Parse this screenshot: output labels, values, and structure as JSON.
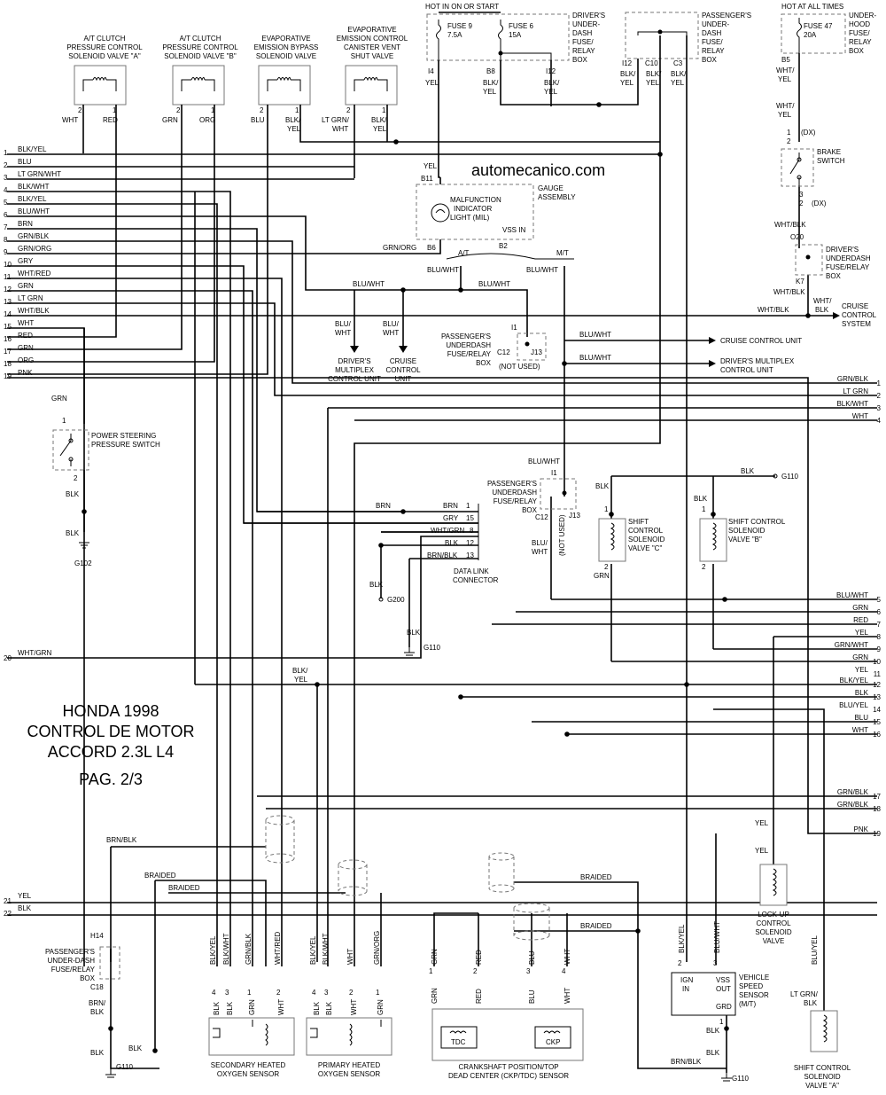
{
  "watermark": "automecanico.com",
  "title": {
    "line1": "HONDA 1998",
    "line2": "CONTROL DE MOTOR",
    "line3": "ACCORD 2.3L L4",
    "page": "PAG. 2/3"
  },
  "power_labels": {
    "hot_run_start": "HOT IN ON OR START",
    "hot_all_times": "HOT AT ALL TIMES",
    "fuse9": "FUSE 9",
    "fuse9_amp": "7.5A",
    "fuse6": "FUSE 6",
    "fuse6_amp": "15A",
    "fuse47": "FUSE 47",
    "fuse47_amp": "20A"
  },
  "top_components": {
    "ac_valve_a": [
      "A/T CLUTCH",
      "PRESSURE CONTROL",
      "SOLENOID VALVE \"A\""
    ],
    "ac_valve_b": [
      "A/T CLUTCH",
      "PRESSURE CONTROL",
      "SOLENOID VALVE \"B\""
    ],
    "evap_bypass": [
      "EVAPORATIVE",
      "EMISSION BYPASS",
      "SOLENOID VALVE"
    ],
    "evap_vent": [
      "EVAPORATIVE",
      "EMISSION CONTROL",
      "CANISTER VENT",
      "SHUT VALVE"
    ],
    "driver_box": [
      "DRIVER'S",
      "UNDER-",
      "DASH",
      "FUSE/",
      "RELAY",
      "BOX"
    ],
    "pass_box": [
      "PASSENGER'S",
      "UNDER-",
      "DASH",
      "FUSE/",
      "RELAY",
      "BOX"
    ],
    "hood_box": [
      "UNDER-",
      "HOOD",
      "FUSE/",
      "RELAY",
      "BOX"
    ]
  },
  "top_wire_labels": {
    "a_pins": [
      "2",
      "1"
    ],
    "a_colors": [
      "WHT",
      "RED"
    ],
    "b_pins": [
      "2",
      "1"
    ],
    "b_colors": [
      "GRN",
      "ORG"
    ],
    "c_pins": [
      "2",
      "1"
    ],
    "c_colors": [
      "BLU",
      "BLK/",
      "YEL"
    ],
    "d_pins": [
      "2",
      "1"
    ],
    "d_colors": [
      "LT GRN/",
      "WHT",
      "BLK/",
      "YEL"
    ],
    "i4": "I4",
    "i4c": "YEL",
    "b8": "B8",
    "b8c": [
      "BLK/",
      "YEL"
    ],
    "i12": "I12",
    "i12c": [
      "BLK/",
      "YEL"
    ],
    "i12b": "I12",
    "c10": "C10",
    "c3": "C3",
    "i12bc": [
      "BLK/",
      "YEL"
    ],
    "c10c": [
      "BLK/",
      "YEL"
    ],
    "c3c": [
      "BLK/",
      "YEL"
    ],
    "b5": "B5",
    "b5c": [
      "WHT/",
      "YEL"
    ],
    "wy2": [
      "WHT/",
      "YEL"
    ]
  },
  "left_wires": [
    {
      "n": "1",
      "c": "BLK/YEL"
    },
    {
      "n": "2",
      "c": "BLU"
    },
    {
      "n": "3",
      "c": "LT GRN/WHT"
    },
    {
      "n": "4",
      "c": "BLK/WHT"
    },
    {
      "n": "5",
      "c": "BLK/YEL"
    },
    {
      "n": "6",
      "c": "BLU/WHT"
    },
    {
      "n": "7",
      "c": "BRN"
    },
    {
      "n": "8",
      "c": "GRN/BLK"
    },
    {
      "n": "9",
      "c": "GRN/ORG"
    },
    {
      "n": "10",
      "c": "GRY"
    },
    {
      "n": "11",
      "c": "WHT/RED"
    },
    {
      "n": "12",
      "c": "GRN"
    },
    {
      "n": "13",
      "c": "LT GRN"
    },
    {
      "n": "14",
      "c": "WHT/BLK"
    },
    {
      "n": "15",
      "c": "WHT"
    },
    {
      "n": "16",
      "c": "RED"
    },
    {
      "n": "17",
      "c": "GRN"
    },
    {
      "n": "18",
      "c": "ORG"
    },
    {
      "n": "19",
      "c": "PNK"
    },
    {
      "n": "20",
      "c": "WHT/GRN"
    },
    {
      "n": "21",
      "c": "YEL"
    },
    {
      "n": "22",
      "c": "BLK"
    }
  ],
  "right_wires_top": [
    {
      "n": "1",
      "c": "GRN/BLK"
    },
    {
      "n": "2",
      "c": "LT GRN"
    },
    {
      "n": "3",
      "c": "BLK/WHT"
    },
    {
      "n": "4",
      "c": "WHT"
    }
  ],
  "right_wires_mid": [
    {
      "n": "5",
      "c": "BLU/WHT"
    },
    {
      "n": "6",
      "c": "GRN"
    },
    {
      "n": "7",
      "c": "RED"
    },
    {
      "n": "8",
      "c": "YEL"
    },
    {
      "n": "9",
      "c": "GRN/WHT"
    },
    {
      "n": "10",
      "c": "GRN"
    },
    {
      "n": "11",
      "c": "YEL"
    },
    {
      "n": "12",
      "c": "BLK/YEL"
    },
    {
      "n": "13",
      "c": "BLK"
    },
    {
      "n": "14",
      "c": "BLU/YEL"
    },
    {
      "n": "15",
      "c": "BLU"
    },
    {
      "n": "16",
      "c": "WHT"
    }
  ],
  "right_wires_low": [
    {
      "n": "17",
      "c": "GRN/BLK"
    },
    {
      "n": "18",
      "c": "GRN/BLK"
    },
    {
      "n": "19",
      "c": "PNK"
    }
  ],
  "gauge": {
    "b11": "B11",
    "b11c": "YEL",
    "b6": "B6",
    "b6c": "GRN/ORG",
    "mil": [
      "MALFUNCTION",
      "INDICATOR",
      "LIGHT (MIL)"
    ],
    "assembly": [
      "GAUGE",
      "ASSEMBLY"
    ],
    "vss_in": "VSS IN",
    "b2": "B2",
    "at": "A/T",
    "mt": "M/T",
    "bluwht_1": "BLU/WHT",
    "bluwht_2": "BLU/WHT",
    "bluwht_3": "BLU/WHT",
    "bluwht_4": "BLU/WHT"
  },
  "middle": {
    "driver_mux": [
      "DRIVER'S",
      "MULTIPLEX",
      "CONTROL UNIT"
    ],
    "cruise_unit": [
      "CRUISE",
      "CONTROL",
      "UNIT"
    ],
    "bw_a": [
      "BLU/",
      "WHT"
    ],
    "bw_b": [
      "BLU/",
      "WHT"
    ],
    "pass_box": [
      "PASSENGER'S",
      "UNDERDASH",
      "FUSE/RELAY",
      "BOX"
    ],
    "i1": "I1",
    "c12": "C12",
    "j13": "J13",
    "not_used": "(NOT USED)",
    "to_cruise": "CRUISE CONTROL UNIT",
    "to_mux": [
      "DRIVER'S MULTIPLEX",
      "CONTROL UNIT"
    ],
    "bw_r1": "BLU/WHT",
    "bw_r2": "BLU/WHT"
  },
  "brake": {
    "dx1": "(DX)",
    "dx2": "(DX)",
    "switch": [
      "BRAKE",
      "SWITCH"
    ],
    "p1": "1",
    "p2": "2",
    "p3": "3",
    "p4": "2",
    "whtblk": "WHT/BLK",
    "o20": "O20",
    "k7": "K7",
    "box": [
      "DRIVER'S",
      "UNDERDASH",
      "FUSE/RELAY",
      "BOX"
    ],
    "whtblk2": "WHT/BLK",
    "whtblk3": "WHT/BLK",
    "wb": [
      "WHT/",
      "BLK"
    ],
    "cruise": [
      "CRUISE",
      "CONTROL",
      "SYSTEM"
    ]
  },
  "ps_switch": {
    "grn": "GRN",
    "p1": "1",
    "p2": "2",
    "label": [
      "POWER STEERING",
      "PRESSURE SWITCH"
    ],
    "blk1": "BLK",
    "blk2": "BLK",
    "ground": "G102"
  },
  "dlc": {
    "rows": [
      {
        "c": "BRN",
        "p": "1"
      },
      {
        "c": "GRY",
        "p": "15"
      },
      {
        "c": "WHT/GRN",
        "p": "8"
      },
      {
        "c": "BLK",
        "p": "12"
      },
      {
        "c": "BRN/BLK",
        "p": "13"
      }
    ],
    "brn_left": "BRN",
    "label": [
      "DATA LINK",
      "CONNECTOR"
    ],
    "blk_a": "BLK",
    "g200": "G200",
    "blk_b": "BLK",
    "g110": "G110"
  },
  "pass_box2": {
    "bw": "BLU/WHT",
    "i1": "I1",
    "label": [
      "PASSENGER'S",
      "UNDERDASH",
      "FUSE/RELAY",
      "BOX"
    ],
    "c12": "C12",
    "j13": "J13",
    "not_used": "(NOT USED)",
    "bw2": [
      "BLU/",
      "WHT"
    ]
  },
  "shift_solenoids": {
    "c_label": [
      "SHIFT",
      "CONTROL",
      "SOLENOID",
      "VALVE \"C\""
    ],
    "b_label": [
      "SHIFT CONTROL",
      "SOLENOID",
      "VALVE \"B\""
    ],
    "blk_c": "BLK",
    "blk_b": "BLK",
    "blk_top": "BLK",
    "g110": "G110",
    "c_p1": "1",
    "c_p2": "2",
    "c_grn": "GRN",
    "b_p1": "1",
    "b_p2": "2"
  },
  "left_mid": {
    "wht_grn": "WHT/GRN",
    "blk_yel": [
      "BLK/",
      "YEL"
    ]
  },
  "o2": {
    "brnblk": "BRN/BLK",
    "braided1": "BRAIDED",
    "braided2": "BRAIDED",
    "sec_label": [
      "SECONDARY HEATED",
      "OXYGEN SENSOR"
    ],
    "pri_label": [
      "PRIMARY HEATED",
      "OXYGEN SENSOR"
    ],
    "sec_top": [
      "BLK/YEL",
      "BLK/WHT",
      "GRN/BLK",
      "WHT/RED"
    ],
    "sec_pins": [
      "4",
      "3",
      "1",
      "2"
    ],
    "sec_bot": [
      "BLK",
      "BLK",
      "GRN",
      "WHT"
    ],
    "pri_top": [
      "BLK/YEL",
      "BLK/WHT",
      "WHT",
      "GRN/ORG"
    ],
    "pri_pins": [
      "4",
      "3",
      "2",
      "1"
    ],
    "pri_bot": [
      "BLK",
      "BLK",
      "WHT",
      "GRN"
    ]
  },
  "pass_box3": {
    "h14": "H14",
    "label": [
      "PASSENGER'S",
      "UNDER-DASH",
      "FUSE/RELAY",
      "BOX"
    ],
    "c18": "C18",
    "brnblk": [
      "BRN/",
      "BLK"
    ],
    "blk": "BLK",
    "blk2": "BLK",
    "g110": "G110"
  },
  "ckp": {
    "top": [
      "GRN",
      "RED",
      "BLU",
      "WHT"
    ],
    "pins": [
      "1",
      "2",
      "3",
      "4"
    ],
    "bot": [
      "GRN",
      "RED",
      "BLU",
      "WHT"
    ],
    "tdc": "TDC",
    "ckp": "CKP",
    "label": [
      "CRANKSHAFT POSITION/TOP",
      "DEAD CENTER (CKP/TDC) SENSOR"
    ],
    "braided1": "BRAIDED",
    "braided2": "BRAIDED"
  },
  "vss": {
    "blkyel": "BLK/YEL",
    "bluwht": "BLU/WHT",
    "p2": "2",
    "p3": "3",
    "ign": [
      "IGN",
      "IN"
    ],
    "vss_out": [
      "VSS",
      "OUT"
    ],
    "grd": "GRD",
    "label": [
      "VEHICLE",
      "SPEED",
      "SENSOR",
      "(M/T)"
    ],
    "p1": "1",
    "blk": "BLK",
    "brnblk": "BRN/BLK",
    "blk2": "BLK",
    "g110": "G110"
  },
  "lockup": {
    "yel1": "YEL",
    "yel2": "YEL",
    "label": [
      "LOCK-UP",
      "CONTROL",
      "SOLENOID",
      "VALVE"
    ]
  },
  "shift_a": {
    "bluyel": "BLU/YEL",
    "ltgrn": [
      "LT GRN/",
      "BLK"
    ],
    "label": [
      "SHIFT CONTROL",
      "SOLENOID",
      "VALVE \"A\""
    ]
  }
}
